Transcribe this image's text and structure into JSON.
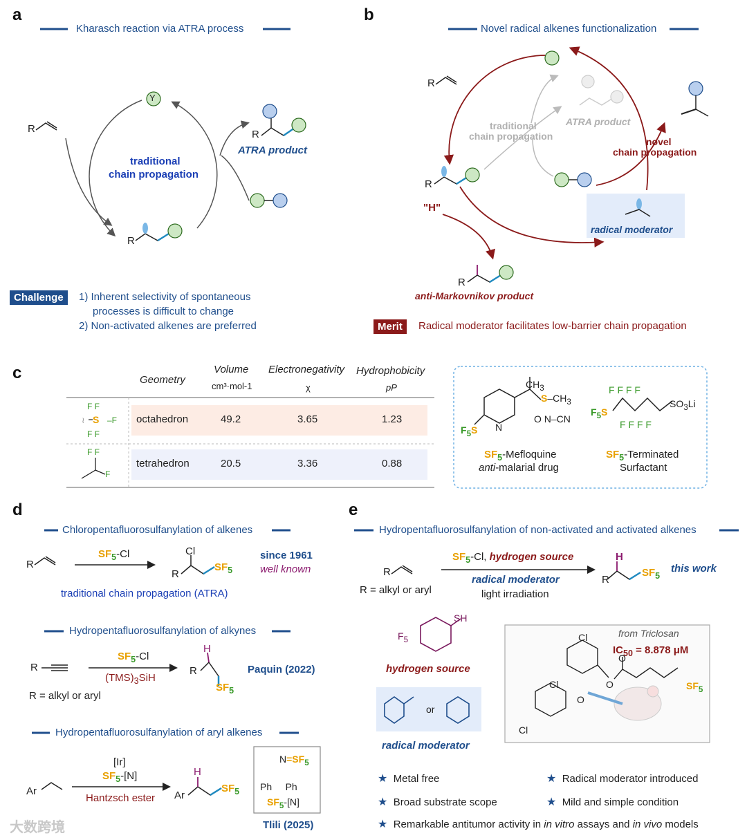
{
  "panels": {
    "a": "a",
    "b": "b",
    "c": "c",
    "d": "d",
    "e": "e"
  },
  "panel_a": {
    "title": "Kharasch reaction via ATRA process",
    "cycle_label_1": "traditional",
    "cycle_label_2": "chain propagation",
    "product": "ATRA product",
    "challenge_tag": "Challenge",
    "challenge_1": "1) Inherent selectivity of spontaneous",
    "challenge_1b": "processes is difficult to change",
    "challenge_2": "2) Non-activated alkenes are preferred"
  },
  "panel_b": {
    "title": "Novel radical alkenes functionalization",
    "traditional_1": "traditional",
    "traditional_2": "chain propagation",
    "atra_product": "ATRA product",
    "novel_1": "novel",
    "novel_2": "chain propagation",
    "h_label": "\"H\"",
    "moderator": "radical moderator",
    "anti_product": "anti-Markovnikov product",
    "merit_tag": "Merit",
    "merit_text": "Radical moderator facilitates low-barrier chain propagation"
  },
  "panel_c": {
    "headers": [
      "Geometry",
      "Volume",
      "Electronegativity",
      "Hydrophobicity"
    ],
    "subheaders": [
      "cm³·mol-1",
      "χ",
      "pP"
    ],
    "rows": [
      {
        "geometry": "octahedron",
        "volume": "49.2",
        "chi": "3.65",
        "pp": "1.23"
      },
      {
        "geometry": "tetrahedron",
        "volume": "20.5",
        "chi": "3.36",
        "pp": "0.88"
      }
    ],
    "ex1_name": "-Mefloquine",
    "ex1_desc": "-malarial drug",
    "ex1_anti": "anti",
    "ex2_name": "-Terminated",
    "ex2_desc": "Surfactant",
    "sf5": "SF",
    "five": "5"
  },
  "panel_d": {
    "s1_title": "Chloropentafluorosulfanylation of alkenes",
    "s1_reagent": "-Cl",
    "s1_year": "since 1961",
    "s1_note": "well known",
    "s1_caption": "traditional chain propagation (ATRA)",
    "s2_title": "Hydropentafluorosulfanylation of alkynes",
    "s2_reagent": "-Cl",
    "s2_reagent2": "(TMS)",
    "s2_reagent2b": "SiH",
    "s2_ref": "Paquin (2022)",
    "s2_r": "R = alkyl or aryl",
    "s3_title": "Hydropentafluorosulfanylation of aryl alkenes",
    "s3_cat": "[Ir]",
    "s3_reagent": "-[N]",
    "s3_reagent2": "Hantzsch ester",
    "s3_ref": "Tlili (2025)"
  },
  "panel_e": {
    "title": "Hydropentafluorosulfanylation of non-activated and activated alkenes",
    "reagent_1": "-Cl, ",
    "reagent_1b": "hydrogen source",
    "reagent_2": "radical moderator",
    "reagent_3": "light irradiation",
    "r_def": "R = alkyl or aryl",
    "this_work": "this work",
    "h_source": "hydrogen source",
    "or": "or",
    "moderator": "radical moderator",
    "triclosan": "from Triclosan",
    "ic50_label": "IC",
    "ic50_sub": "50",
    "ic50_value": " = 8.878 μM",
    "features": [
      "Metal free",
      "Broad substrate scope",
      "Radical moderator introduced",
      "Mild and simple condition"
    ],
    "feature_last_1": "Remarkable antitumor activity in ",
    "feature_last_2": "in vitro",
    "feature_last_3": " assays and ",
    "feature_last_4": "in vivo",
    "feature_last_5": " models"
  },
  "watermark": "大数跨境",
  "colors": {
    "blue": "#1f4e8c",
    "maroon": "#8b1a1a",
    "green_circle": "#cde8c4",
    "blue_circle": "#b9cfee",
    "sf5_orange": "#e8a000",
    "sf5_green": "#3a9a2a"
  }
}
